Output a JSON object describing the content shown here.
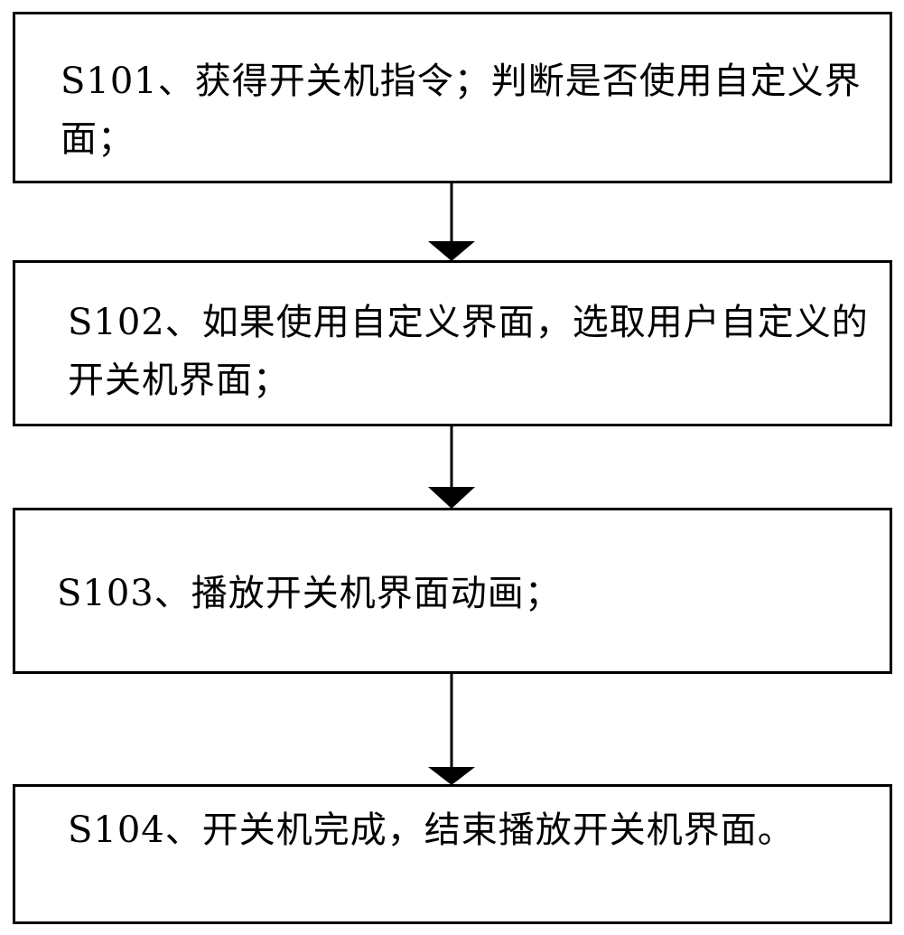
{
  "steps": [
    {
      "text": "S101、获得开关机指令；判断是否使用自定义界面；"
    },
    {
      "text": "S102、如果使用自定义界面，选取用户自定义的开关机界面；"
    },
    {
      "text": "S103、播放开关机界面动画；"
    },
    {
      "text": "S104、开关机完成，结束播放开关机界面。"
    }
  ],
  "colors": {
    "line": "#000000",
    "background": "#ffffff"
  }
}
